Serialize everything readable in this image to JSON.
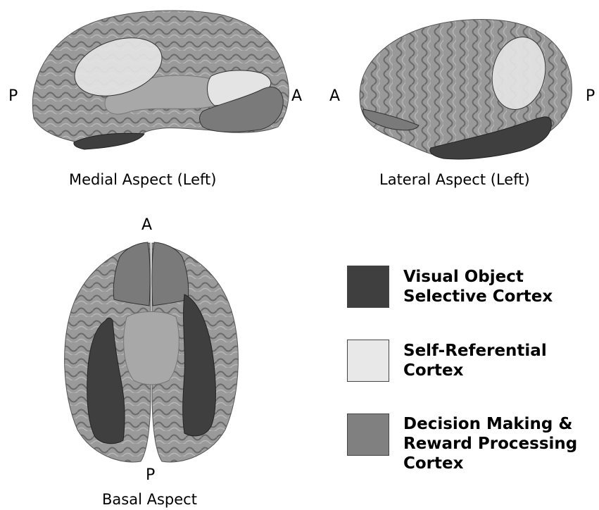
{
  "views": {
    "medial": {
      "caption": "Medial Aspect (Left)",
      "left_dir": "P",
      "right_dir": "A"
    },
    "lateral": {
      "caption": "Lateral Aspect (Left)",
      "left_dir": "A",
      "right_dir": "P"
    },
    "basal": {
      "caption": "Basal Aspect",
      "top_dir": "A",
      "bottom_dir": "P"
    }
  },
  "legend": {
    "items": [
      {
        "lines": [
          "Visual Object",
          "Selective Cortex"
        ],
        "color": "#3f3f3f"
      },
      {
        "lines": [
          "Self-Referential",
          "Cortex"
        ],
        "color": "#e8e8e8"
      },
      {
        "lines": [
          "Decision Making &",
          "Reward Processing",
          "Cortex"
        ],
        "color": "#808080"
      }
    ]
  },
  "colors": {
    "brain": "#8c8c8c",
    "visual_object": "#3f3f3f",
    "self_referential": "#e4e4e4",
    "decision_making": "#7a7a7a"
  }
}
